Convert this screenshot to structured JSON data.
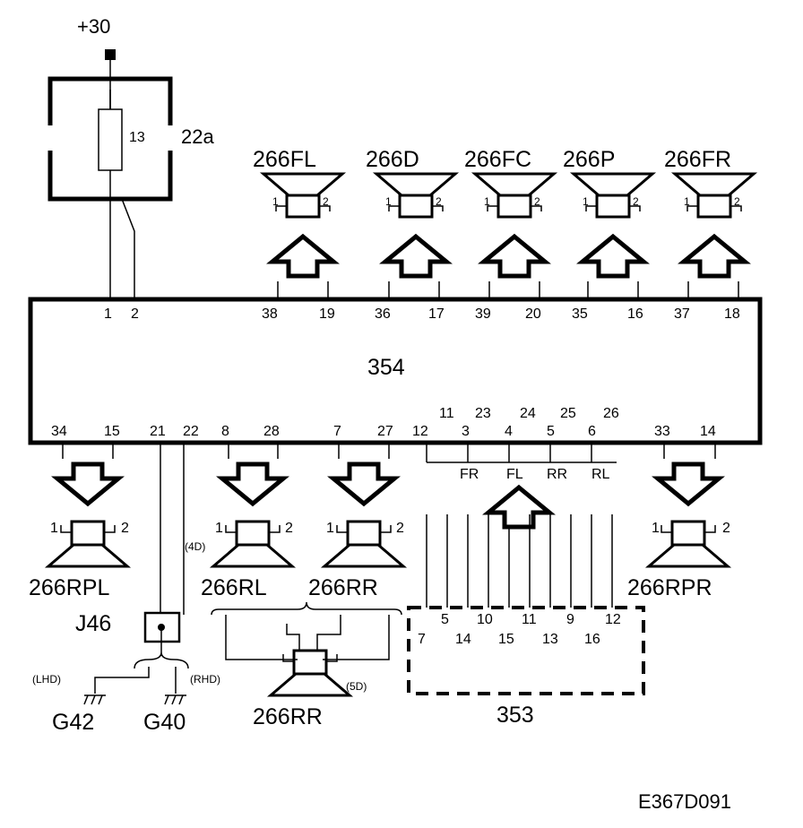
{
  "supply": "+30",
  "fuse": {
    "number": "13",
    "box": "22a"
  },
  "unit": {
    "id": "354",
    "top_pins": [
      "1",
      "2"
    ]
  },
  "front_speakers": [
    {
      "name": "266FL",
      "p1": "1",
      "p2": "2",
      "pinA": "38",
      "pinB": "19"
    },
    {
      "name": "266D",
      "p1": "1",
      "p2": "2",
      "pinA": "36",
      "pinB": "17"
    },
    {
      "name": "266FC",
      "p1": "1",
      "p2": "2",
      "pinA": "39",
      "pinB": "20"
    },
    {
      "name": "266P",
      "p1": "1",
      "p2": "2",
      "pinA": "35",
      "pinB": "16"
    },
    {
      "name": "266FR",
      "p1": "1",
      "p2": "2",
      "pinA": "37",
      "pinB": "18"
    }
  ],
  "bottom_pins": {
    "row1": [
      "34",
      "15",
      "21",
      "22",
      "8",
      "28",
      "7",
      "27",
      "12",
      "3",
      "4",
      "5",
      "6",
      "33",
      "14"
    ],
    "row2": [
      "11",
      "23",
      "24",
      "25",
      "26"
    ]
  },
  "rear_speakers": [
    {
      "name": "266RPL",
      "p1": "1",
      "p2": "2"
    },
    {
      "name": "266RL",
      "p1": "1",
      "p2": "2",
      "note": "(4D)"
    },
    {
      "name": "266RR",
      "p1": "1",
      "p2": "2"
    },
    {
      "name": "266RPR",
      "p1": "1",
      "p2": "2"
    }
  ],
  "fader_labels": [
    "FR",
    "FL",
    "RR",
    "RL"
  ],
  "connector": {
    "id": "J46"
  },
  "grounds": [
    {
      "name": "G42",
      "variant": "(LHD)"
    },
    {
      "name": "G40",
      "variant": "(RHD)"
    }
  ],
  "sub_speaker": {
    "name": "266RR",
    "note": "(5D)"
  },
  "remote_unit": {
    "id": "353",
    "row1": [
      "5",
      "10",
      "11",
      "9",
      "12"
    ],
    "row2": [
      "7",
      "14",
      "15",
      "13",
      "16"
    ]
  },
  "figure_code": "E367D091"
}
